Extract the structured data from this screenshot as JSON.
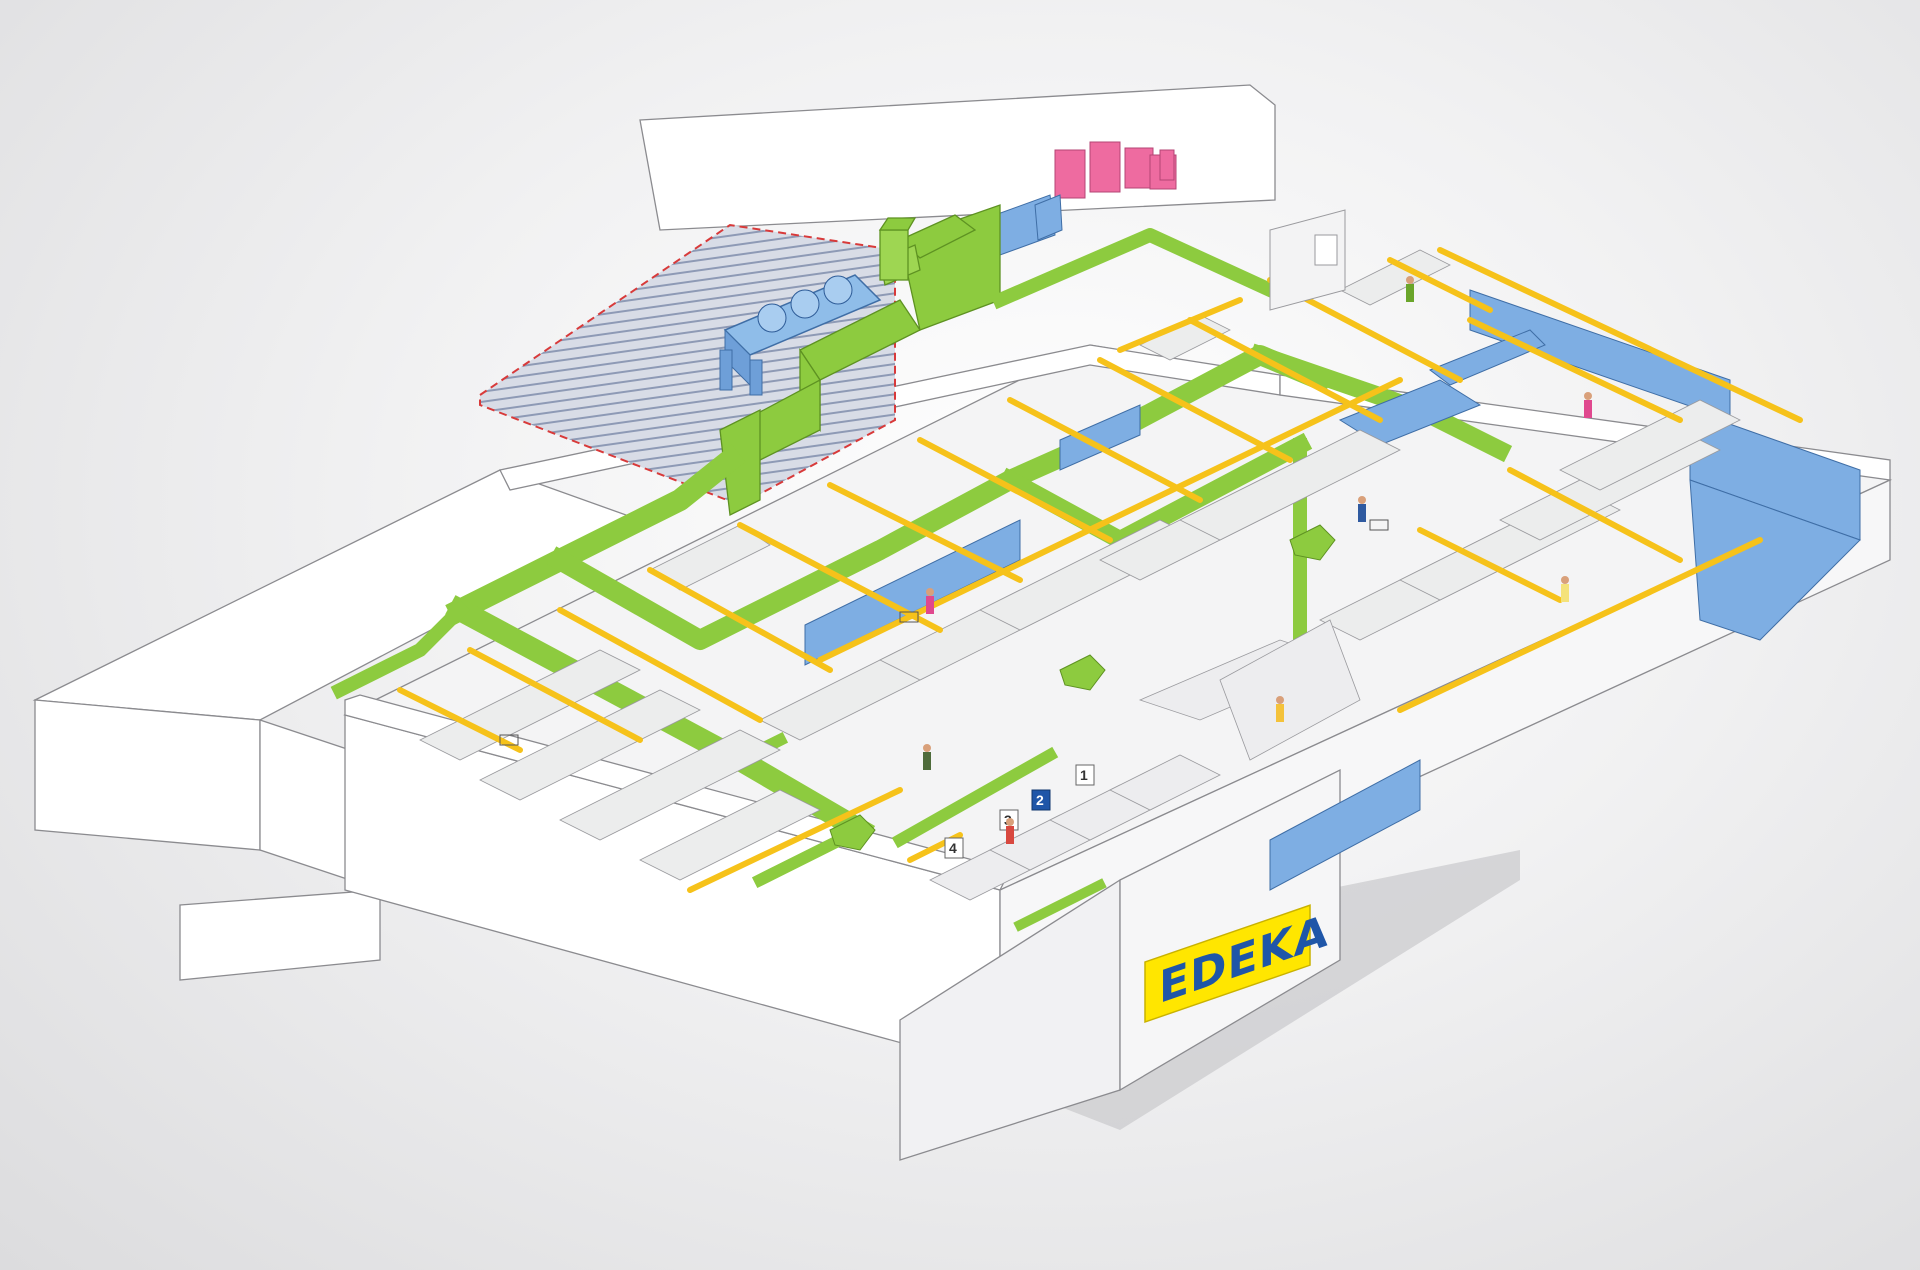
{
  "store": {
    "brand_label": "EDEKA",
    "checkout_lanes": [
      "1",
      "2",
      "3",
      "4"
    ]
  },
  "colors": {
    "background": "#e8e8ea",
    "wall_stroke": "#8b8b8f",
    "ventilation_green": "#8dcb3f",
    "ventilation_green_dark": "#6aa52a",
    "lighting_yellow": "#f6c21a",
    "refrigeration_blue": "#7eaee3",
    "heating_pink": "#ee6ba0",
    "roof_hatch": "#9aa7c2",
    "roof_border_red": "#d83a3a",
    "sign_yellow": "#ffe600",
    "sign_blue": "#1f56a8"
  },
  "icons": {
    "people": "person-icon",
    "trolley": "shopping-cart-icon",
    "hvac_unit": "air-handling-unit-icon",
    "condenser": "condenser-fan-icon"
  }
}
